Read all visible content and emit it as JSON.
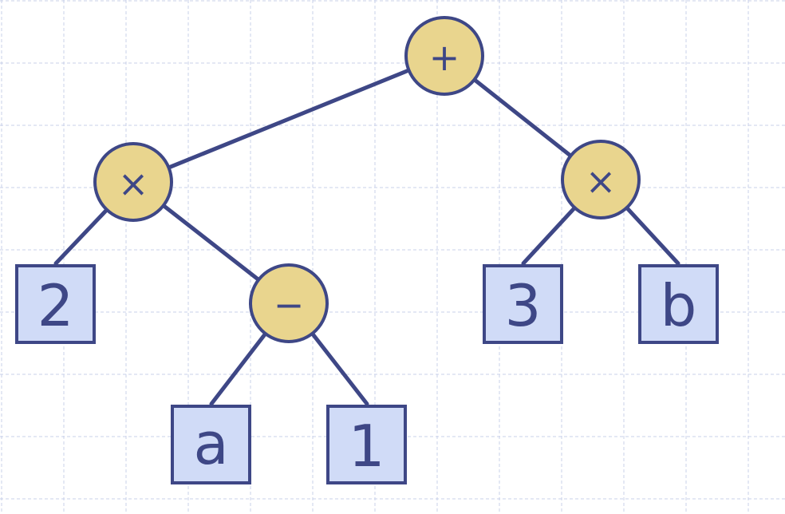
{
  "tree": {
    "root": {
      "label": "+"
    },
    "left_times": {
      "label": "×"
    },
    "right_times": {
      "label": "×"
    },
    "minus": {
      "label": "−"
    },
    "leaf_2": {
      "label": "2"
    },
    "leaf_a": {
      "label": "a"
    },
    "leaf_1": {
      "label": "1"
    },
    "leaf_3": {
      "label": "3"
    },
    "leaf_b": {
      "label": "b"
    }
  },
  "colors": {
    "operator_fill": "#e9d58e",
    "leaf_fill": "#d0dbf7",
    "stroke": "#3e4786",
    "grid": "#c9d0ea"
  }
}
